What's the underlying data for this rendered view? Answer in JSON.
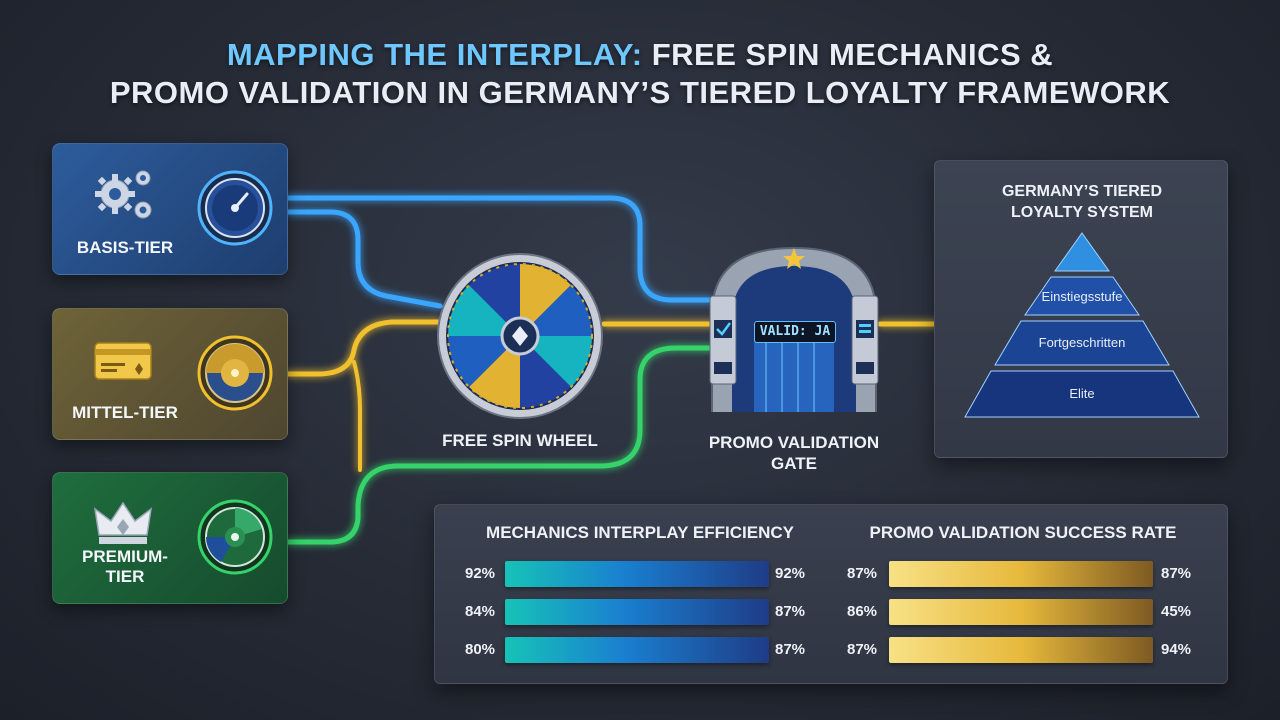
{
  "title": {
    "line1_highlight": "MAPPING THE INTERPLAY:",
    "line1_rest": " FREE SPIN MECHANICS &",
    "line2": "PROMO VALIDATION IN GERMANY’S TIERED LOYALTY FRAMEWORK"
  },
  "tiers": [
    {
      "label": "BASIS-TIER",
      "icon": "gears-icon",
      "dial_icon": "blue-dial-icon",
      "color": "#3aa6ff"
    },
    {
      "label": "MITTEL-TIER",
      "icon": "card-icon",
      "dial_icon": "gold-dial-icon",
      "color": "#f0c02e"
    },
    {
      "label": "PREMIUM-TIER",
      "icon": "crown-icon",
      "dial_icon": "green-dial-icon",
      "color": "#35d36a"
    }
  ],
  "nodes": {
    "wheel_label": "FREE SPIN WHEEL",
    "gate_label_line1": "PROMO VALIDATION",
    "gate_label_line2": "GATE",
    "gate_display": "VALID: JA"
  },
  "loyalty": {
    "title_line1": "GERMANY’S TIERED",
    "title_line2": "LOYALTY SYSTEM",
    "levels": [
      "Einstiegsstufe",
      "Fortgeschritten",
      "Elite"
    ]
  },
  "stats": {
    "mechanics": {
      "title": "MECHANICS INTERPLAY EFFICIENCY",
      "rows": [
        {
          "left": "92%",
          "right": "92%"
        },
        {
          "left": "84%",
          "right": "87%"
        },
        {
          "left": "80%",
          "right": "87%"
        }
      ]
    },
    "promo": {
      "title": "PROMO VALIDATION SUCCESS RATE",
      "rows": [
        {
          "left": "87%",
          "right": "87%"
        },
        {
          "left": "86%",
          "right": "45%"
        },
        {
          "left": "87%",
          "right": "94%"
        }
      ]
    }
  },
  "colors": {
    "blue_flow": "#3aa6ff",
    "gold_flow": "#f0c02e",
    "green_flow": "#35d36a"
  }
}
